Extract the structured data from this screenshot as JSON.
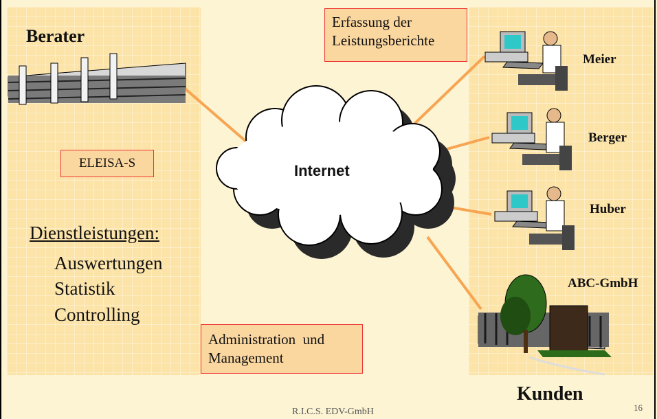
{
  "consultant": {
    "title": "Berater",
    "system_label": "ELEISA-S",
    "services_heading": "Dienstleistungen:",
    "services": [
      "Auswertungen",
      "Statistik",
      "Controlling"
    ]
  },
  "network": {
    "label": "Internet"
  },
  "customers": {
    "title": "Kunden",
    "users": [
      "Meier",
      "Berger",
      "Huber"
    ],
    "company": "ABC-GmbH"
  },
  "notes": {
    "capture_line1": "Erfassung der",
    "capture_line2": "Leistungsberichte",
    "admin_line1": "Administration  und",
    "admin_line2": "Management"
  },
  "footer": {
    "company": "R.I.C.S. EDV-GmbH",
    "page_number": "16"
  },
  "colors": {
    "panel": "#fce3a8",
    "connector": "#f7a552",
    "label_border": "#e33333"
  }
}
